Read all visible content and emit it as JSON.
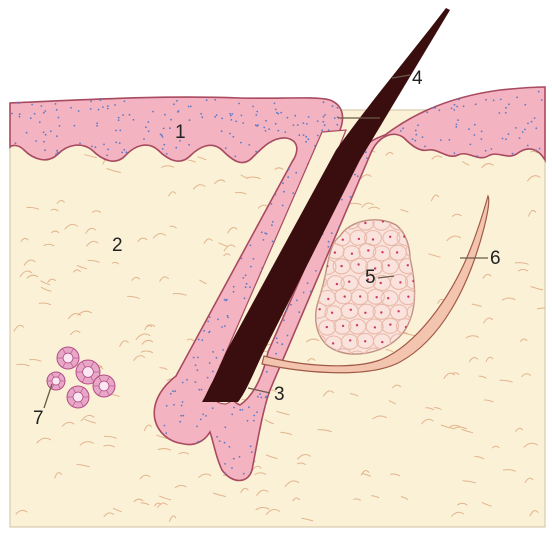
{
  "labels": {
    "l1": "1",
    "l2": "2",
    "l3": "3",
    "l4": "4",
    "l5": "5",
    "l6": "6",
    "l7": "7"
  },
  "colors": {
    "dermis": "#fbf1d6",
    "epidermis": "#f4b3c0",
    "epidermis_outline": "#a84a60",
    "epidermis_dots": "#5b7bc8",
    "hair_shaft": "#3a0e0e",
    "gland_fill": "#fbe3dd",
    "gland_cell": "#e8b9a8",
    "gland_nucleus": "#cc3b5a",
    "muscle": "#f3c4ae",
    "fibers": "#e3b48e",
    "sweat_gland": "#e9a7c7",
    "sweat_gland_outline": "#b24e86"
  }
}
